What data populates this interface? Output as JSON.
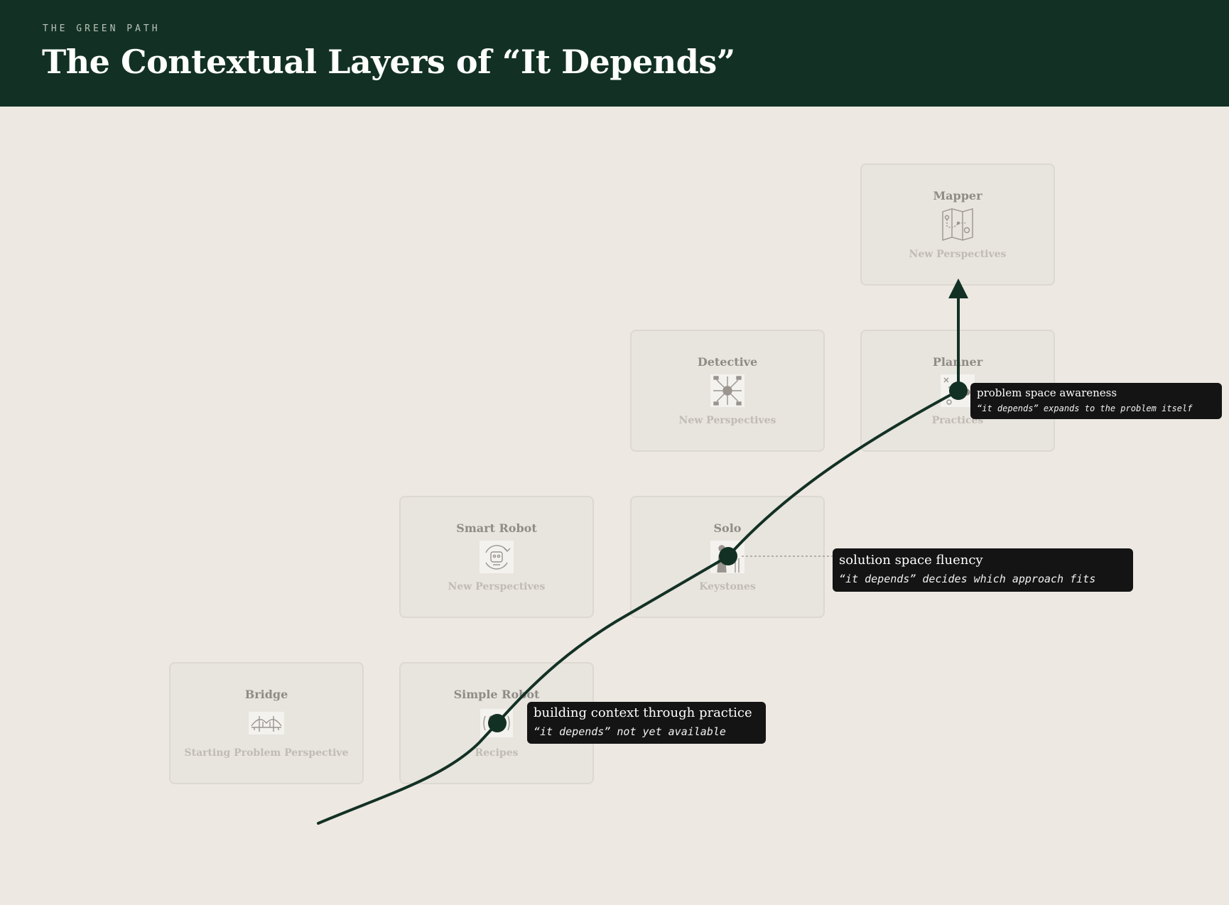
{
  "header": {
    "eyebrow": "THE GREEN PATH",
    "title": "The Contextual Layers of “It Depends”"
  },
  "cards": {
    "bridge": {
      "title": "Bridge",
      "subtitle": "Starting Problem Perspective",
      "icon": "bridge-icon"
    },
    "simple_robot": {
      "title": "Simple Robot",
      "subtitle": "Recipes",
      "icon": "simple-robot-icon"
    },
    "smart_robot": {
      "title": "Smart Robot",
      "subtitle": "New Perspectives",
      "icon": "smart-robot-icon"
    },
    "solo": {
      "title": "Solo",
      "subtitle": "Keystones",
      "icon": "solo-icon"
    },
    "detective": {
      "title": "Detective",
      "subtitle": "New Perspectives",
      "icon": "detective-icon"
    },
    "planner": {
      "title": "Planner",
      "subtitle": "Practices",
      "icon": "planner-icon"
    },
    "mapper": {
      "title": "Mapper",
      "subtitle": "New Perspectives",
      "icon": "map-icon"
    }
  },
  "callouts": {
    "practice": {
      "title": "building context through practice",
      "note": "“it depends” not yet available"
    },
    "solution": {
      "title": "solution space fluency",
      "note": "“it depends” decides which approach fits"
    },
    "problem": {
      "title": "problem space awareness",
      "note": "“it depends” expands to the problem itself"
    }
  },
  "colors": {
    "header_bg": "#123124",
    "page_bg": "#ede8e2",
    "path": "#123124",
    "card_bg": "#e8e4de",
    "callout_bg": "#141414"
  }
}
